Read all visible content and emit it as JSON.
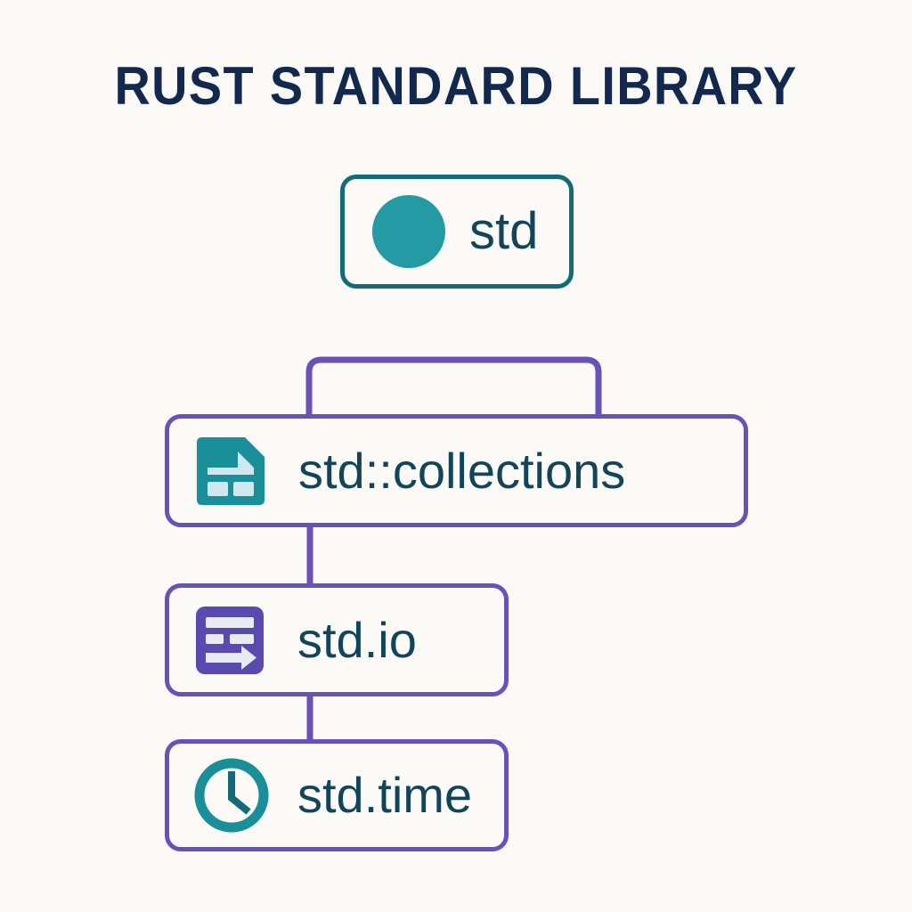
{
  "page": {
    "title": "RUST STANDARD LIBRARY",
    "background_color": "#faf9f5",
    "title_color": "#12284c"
  },
  "diagram": {
    "type": "hierarchy-tree",
    "label_color": "#12455a",
    "nodes": [
      {
        "id": "std",
        "label": "std",
        "icon": "filled-circle-icon",
        "icon_color": "#249aa4",
        "border_color": "#126b77",
        "fill_color": "#fbfaf7",
        "level": 0
      },
      {
        "id": "collections",
        "label": "std::collections",
        "icon": "document-blocks-icon",
        "icon_color": "#1a8e99",
        "icon_detail_color": "#cfe8ef",
        "border_color": "#6a51b8",
        "fill_color": "#fbfaf7",
        "level": 1
      },
      {
        "id": "io",
        "label": "std.io",
        "icon": "list-arrow-icon",
        "icon_color": "#5a4ab0",
        "icon_detail_color": "#e8ecf2",
        "border_color": "#6a51b8",
        "fill_color": "#fbfaf7",
        "level": 2
      },
      {
        "id": "time",
        "label": "std.time",
        "icon": "clock-icon",
        "icon_color": "#1a8e99",
        "border_color": "#6a51b8",
        "fill_color": "#fbfaf7",
        "level": 3
      }
    ],
    "edges": [
      {
        "from": "std",
        "to": "collections",
        "style": "bracket",
        "color_start": "#126b77",
        "color_end": "#6a51b8"
      },
      {
        "from": "collections",
        "to": "io",
        "style": "straight",
        "color": "#6a51b8"
      },
      {
        "from": "io",
        "to": "time",
        "style": "straight",
        "color": "#6a51b8"
      }
    ]
  }
}
